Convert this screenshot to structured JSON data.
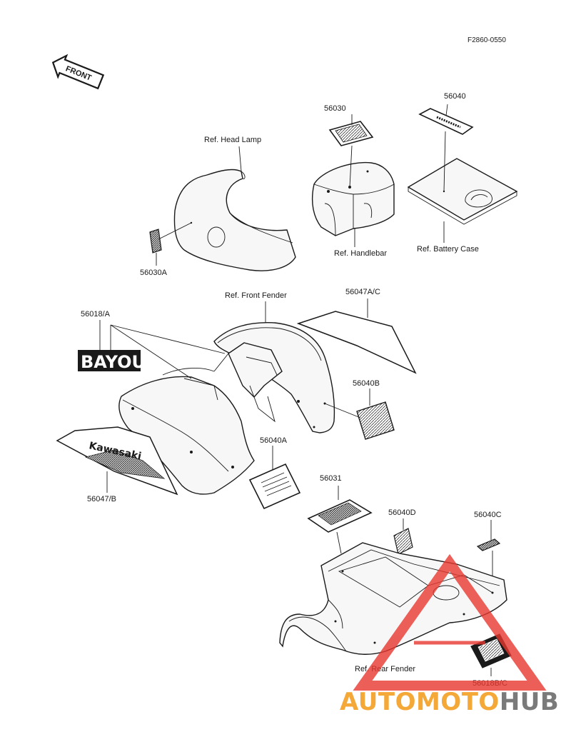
{
  "diagram": {
    "code": "F2860-0550",
    "front_arrow": "FRONT",
    "decals": {
      "bayou": "BAYOU",
      "kawasaki": "Kawasaki"
    },
    "parts": {
      "p56030": "56030",
      "p56040": "56040",
      "p56030A": "56030A",
      "p56018A": "56018/A",
      "p56047AC": "56047A/C",
      "p56040B": "56040B",
      "p56040A": "56040A",
      "p56047B": "56047/B",
      "p56031": "56031",
      "p56040D": "56040D",
      "p56040C": "56040C",
      "p56018BC": "56018B/C"
    },
    "refs": {
      "head_lamp": "Ref. Head Lamp",
      "handlebar": "Ref. Handlebar",
      "battery_case": "Ref. Battery Case",
      "front_fender": "Ref. Front Fender",
      "rear_fender": "Ref. Rear Fender"
    }
  },
  "watermark": {
    "part1": "AUTOMOTO",
    "part2": "HUB",
    "color1": "#f4a838",
    "color2": "#7a7a7a",
    "triangle_color": "#e8372f"
  }
}
